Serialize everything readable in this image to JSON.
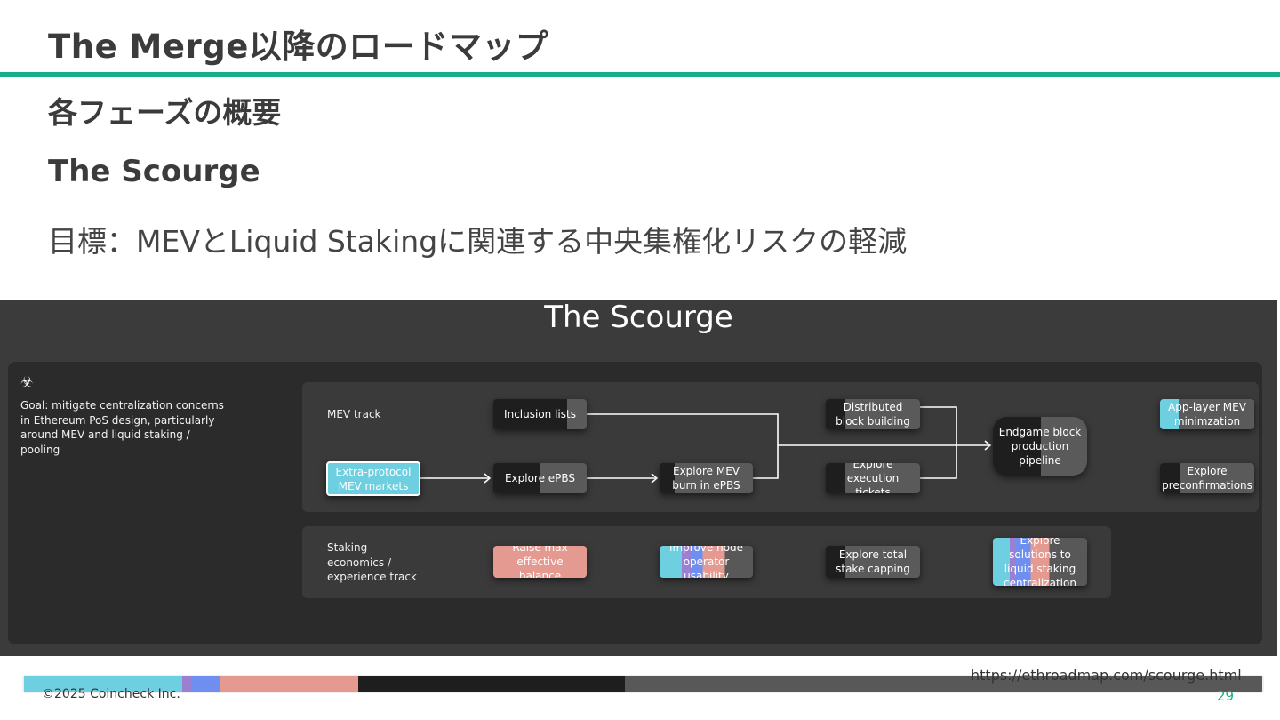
{
  "slide": {
    "title": "The Merge以降のロードマップ",
    "section_heading": "各フェーズの概要",
    "sub_heading": "The Scourge",
    "goal": "目標：MEVとLiquid Stakingに関連する中央集権化リスクの軽減"
  },
  "roadmap": {
    "title": "The Scourge",
    "hazard_glyph": "☣",
    "goal_description": "Goal: mitigate centralization concerns in Ethereum PoS design, particularly around MEV and liquid staking / pooling",
    "mev_track_label": "MEV track",
    "staking_track_label": "Staking economics / experience track",
    "nodes": {
      "inclusion_lists": "Inclusion lists",
      "extra_protocol": "Extra-protocol MEV markets",
      "explore_epbs": "Explore ePBS",
      "explore_mev_burn": "Explore MEV burn in ePBS",
      "distributed_block": "Distributed block building",
      "execution_tickets": "Explore execution tickets",
      "endgame_block": "Endgame block production pipeline",
      "app_layer_mev": "App-layer MEV minimzation",
      "preconfirmations": "Explore preconfirmations",
      "raise_max": "Raise max effective balance",
      "improve_node": "Improve node operator usability",
      "stake_capping": "Explore total stake capping",
      "liquid_staking": "Explore solutions to liquid staking centralization"
    },
    "colors": {
      "done_cyan": "#6dcfe0",
      "purple": "#9b7fd0",
      "blue": "#6f8ff0",
      "salmon": "#e49a90",
      "black": "#1e1e1e",
      "gray": "#585858"
    }
  },
  "footer": {
    "source_url": "https://ethroadmap.com/scourge.html",
    "copyright": "©2025 Coincheck Inc.",
    "page_number": "29"
  }
}
